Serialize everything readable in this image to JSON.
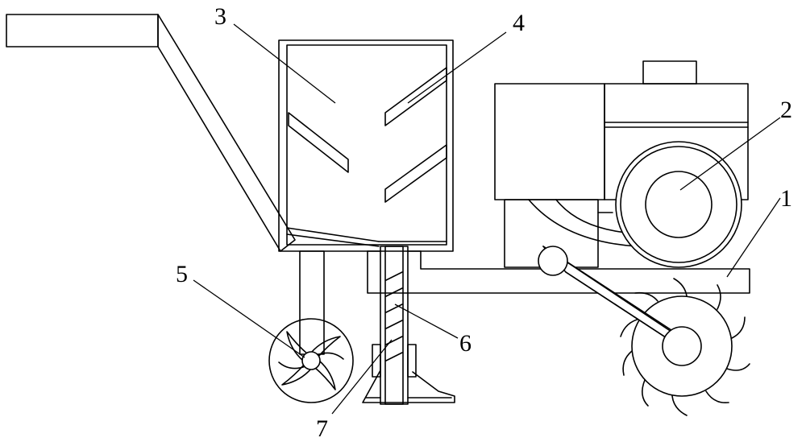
{
  "labels": {
    "frame": "1",
    "engine": "2",
    "hopper": "3",
    "agitator_blade": "4",
    "front_wheel": "5",
    "feed_tube": "6",
    "furrow_opener": "7"
  }
}
